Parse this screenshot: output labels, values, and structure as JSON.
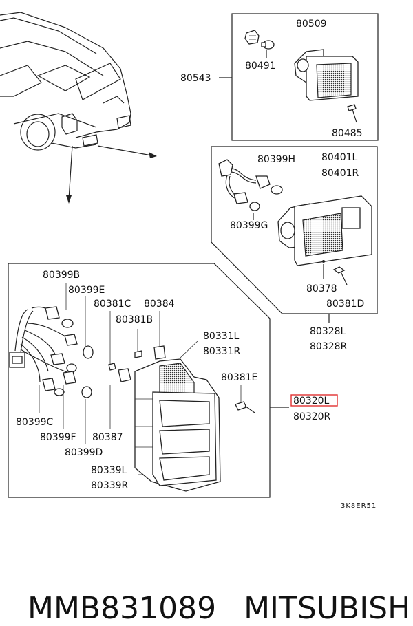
{
  "diagram": {
    "labels": {
      "p80509": "80509",
      "p80491": "80491",
      "p80543": "80543",
      "p80485": "80485",
      "p80399H": "80399H",
      "p80401L": "80401L",
      "p80401R": "80401R",
      "p80399G": "80399G",
      "p80378": "80378",
      "p80381D": "80381D",
      "p80328L": "80328L",
      "p80328R": "80328R",
      "p80399B": "80399B",
      "p80399E": "80399E",
      "p80381C": "80381C",
      "p80384": "80384",
      "p80381B": "80381B",
      "p80331L": "80331L",
      "p80331R": "80331R",
      "p80381E": "80381E",
      "p80320L": "80320L",
      "p80320R": "80320R",
      "p80399C": "80399C",
      "p80399F": "80399F",
      "p80387": "80387",
      "p80399D": "80399D",
      "p80339L": "80339L",
      "p80339R": "80339R"
    },
    "figure_code": "3K8ER51",
    "highlight_color": "#e03030"
  },
  "caption": {
    "part_number": "MMB831089",
    "brand": "MITSUBISHI"
  }
}
